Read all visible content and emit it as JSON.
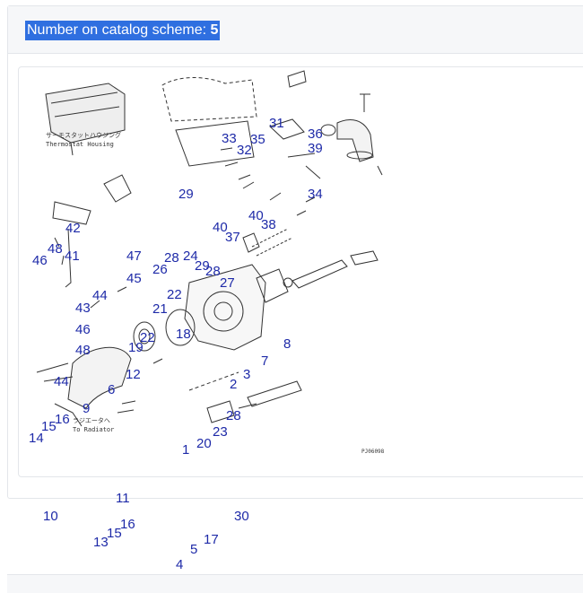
{
  "header": {
    "title_prefix": "Number on catalog scheme: ",
    "scheme_number": "5"
  },
  "diagram": {
    "label_thermostat_jp": "サーモスタットハウジング",
    "label_thermostat": "Thermostat Housing",
    "label_radiator_jp": "ラジエータへ",
    "label_radiator": "To Radiator",
    "code": "PJ06098"
  },
  "callouts": [
    "31",
    "36",
    "33",
    "35",
    "32",
    "39",
    "34",
    "29",
    "40",
    "38",
    "42",
    "40",
    "37",
    "48",
    "41",
    "46",
    "47",
    "28",
    "24",
    "29",
    "26",
    "28",
    "45",
    "27",
    "22",
    "44",
    "43",
    "21",
    "46",
    "18",
    "22",
    "19",
    "48",
    "8",
    "7",
    "12",
    "3",
    "2",
    "44",
    "6",
    "9",
    "16",
    "15",
    "28",
    "14",
    "23",
    "20",
    "1",
    "11",
    "10",
    "30",
    "16",
    "15",
    "13",
    "17",
    "5",
    "4"
  ]
}
